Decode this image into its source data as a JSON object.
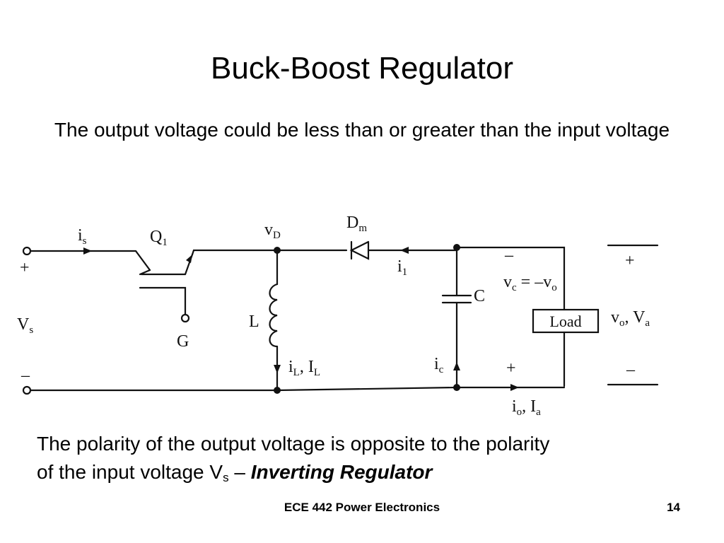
{
  "slide": {
    "title": "Buck-Boost Regulator",
    "subtitle": "The output voltage could be less than or greater than the input voltage",
    "body_line1": "The polarity of the output voltage is opposite to the polarity",
    "body_line2_prefix": "of the input voltage V",
    "body_line2_sub": "s",
    "body_line2_dash": " – ",
    "body_line2_emph": "Inverting Regulator",
    "footer_course": "ECE 442 Power Electronics",
    "page_number": "14"
  },
  "circuit": {
    "is": "i",
    "is_sub": "s",
    "Q1": "Q",
    "Q1_sub": "1",
    "vD": "v",
    "vD_sub": "D",
    "Dm": "D",
    "Dm_sub": "m",
    "i1": "i",
    "i1_sub": "1",
    "plus_in": "+",
    "Vs": "V",
    "Vs_sub": "s",
    "minus_in": "–",
    "G": "G",
    "L": "L",
    "iL": "i",
    "iL_sub": "L",
    "IL_sep": ", I",
    "IL_sub": "L",
    "C": "C",
    "ic": "i",
    "ic_sub": "c",
    "minus_top": "–",
    "vc_eq": "v",
    "vc_sub": "c",
    "vc_rest": " = –v",
    "vo_sub": "o",
    "load": "Load",
    "plus_bottom": "+",
    "io": "i",
    "io_sub": "o",
    "Ia_sep": ", I",
    "Ia_sub": "a",
    "plus_out": "+",
    "vo": "v",
    "vo_sub2": "o",
    "Va_sep": ", V",
    "Va_sub": "a",
    "minus_out": "–"
  }
}
